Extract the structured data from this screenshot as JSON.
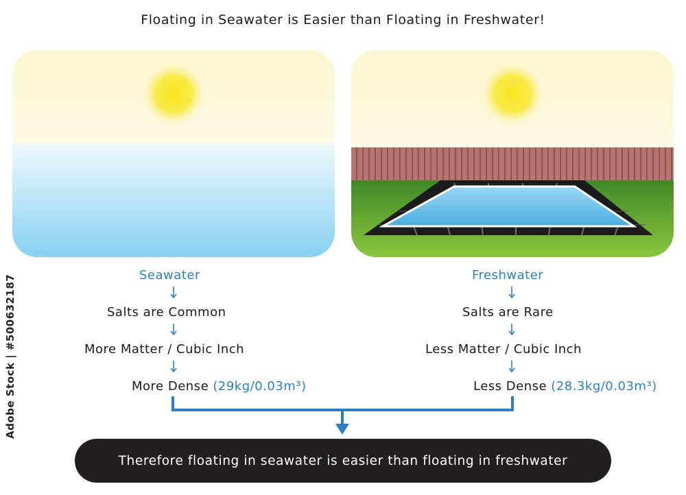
{
  "title": "Floating in Seawater is Easier than Floating in Freshwater!",
  "left": {
    "heading": "Seawater",
    "step1": "Salts are Common",
    "step2": "More Matter / Cubic Inch",
    "step3_text": "More Dense",
    "step3_value": "(29kg/0.03m³)"
  },
  "right": {
    "heading": "Freshwater",
    "step1": "Salts are Rare",
    "step2": "Less Matter / Cubic Inch",
    "step3_text": "Less Dense",
    "step3_value": "(28.3kg/0.03m³)"
  },
  "conclusion": "Therefore floating in seawater is easier than floating in freshwater",
  "watermark": "Adobe Stock | #500632187",
  "colors": {
    "accent_blue": "#2a7fc4",
    "sky": "#fbf6cf",
    "sun": "#f6e62e",
    "sea_top": "#e8f6fb",
    "sea_bottom": "#8fd4f2",
    "fence": "#b06f6a",
    "grass": "#4f9a2e",
    "pool": "#5cb8e6",
    "conclusion_bg": "#231f20"
  }
}
